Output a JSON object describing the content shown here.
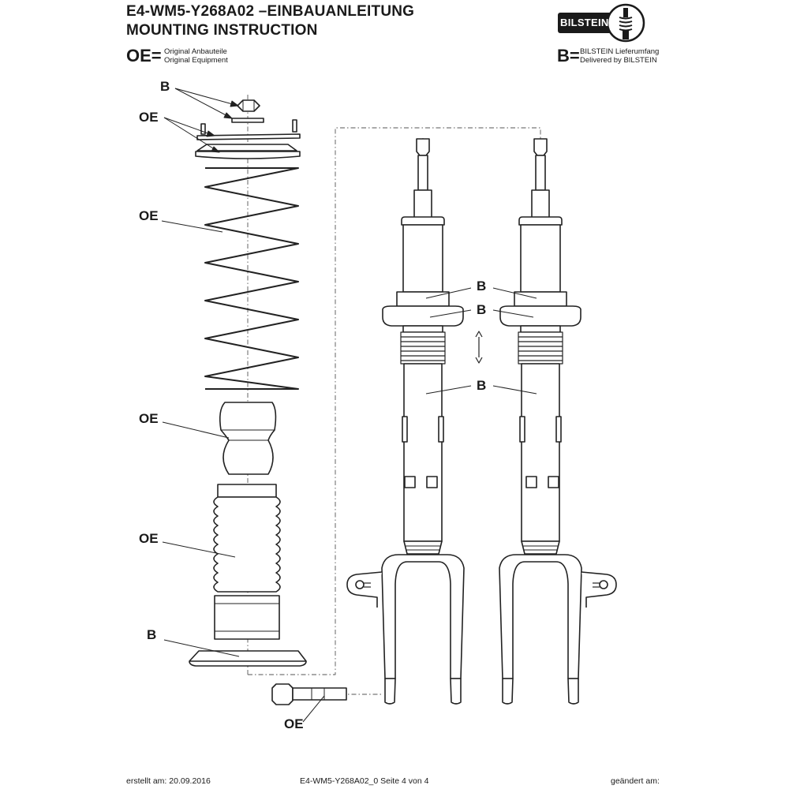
{
  "header": {
    "title_line1": "E4-WM5-Y268A02 –EINBAUANLEITUNG",
    "title_line2": "MOUNTING INSTRUCTION"
  },
  "legend": {
    "oe_code": "OE=",
    "oe_line1": "Original Anbauteile",
    "oe_line2": "Original Equipment",
    "b_code": "B=",
    "b_line1": "BILSTEIN Lieferumfang",
    "b_line2": "Delivered by BILSTEIN"
  },
  "logo": {
    "text": "BILSTEIN"
  },
  "labels": {
    "top_nut": "B",
    "top_mount": "OE",
    "spring": "OE",
    "bump_stop": "OE",
    "dust_boot": "OE",
    "spring_seat": "B",
    "bolt": "OE",
    "upper_seat": "B",
    "lower_seat": "B",
    "strut_body": "B"
  },
  "footer": {
    "created": "erstellt am: 20.09.2016",
    "page": "E4-WM5-Y268A02_0 Seite 4 von 4",
    "changed": "geändert am:"
  }
}
